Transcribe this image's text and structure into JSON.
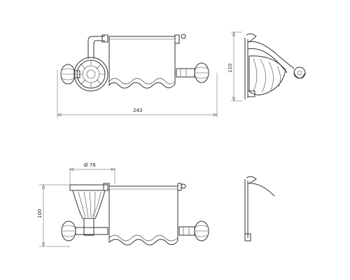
{
  "drawing": {
    "dimensions": {
      "front_width": "243",
      "side_height": "110",
      "bottom_diameter": "Ø 76",
      "bottom_height": "100"
    },
    "colors": {
      "line": "#333333",
      "background": "#ffffff"
    }
  }
}
